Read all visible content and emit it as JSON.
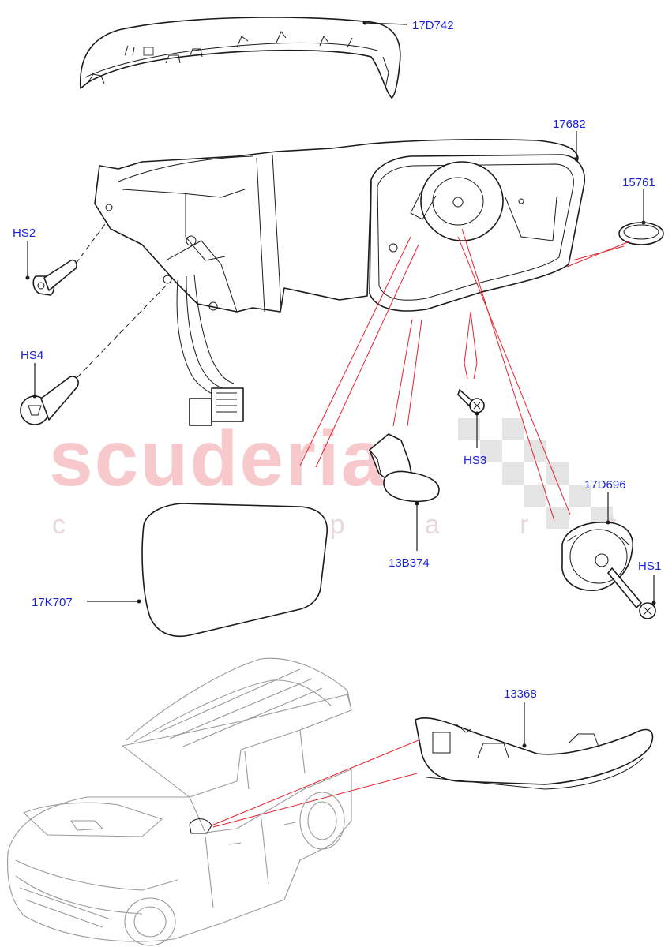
{
  "watermark": {
    "brand": "scuderia",
    "tagline": "c a r p a r t s"
  },
  "colors": {
    "label": "#1a23d6",
    "red_line": "#e8202a",
    "watermark_red": "#f7c9cc",
    "outline": "#1b1b1b"
  },
  "parts": {
    "cap_cover": "17D742",
    "mirror_housing": "17682",
    "grommet": "15761",
    "screw_hs2": "HS2",
    "screw_hs4": "HS4",
    "screw_hs3": "HS3",
    "puddle_lamp": "13B374",
    "actuator": "17D696",
    "screw_hs1": "HS1",
    "mirror_glass": "17K707",
    "indicator_lamp": "13368"
  }
}
